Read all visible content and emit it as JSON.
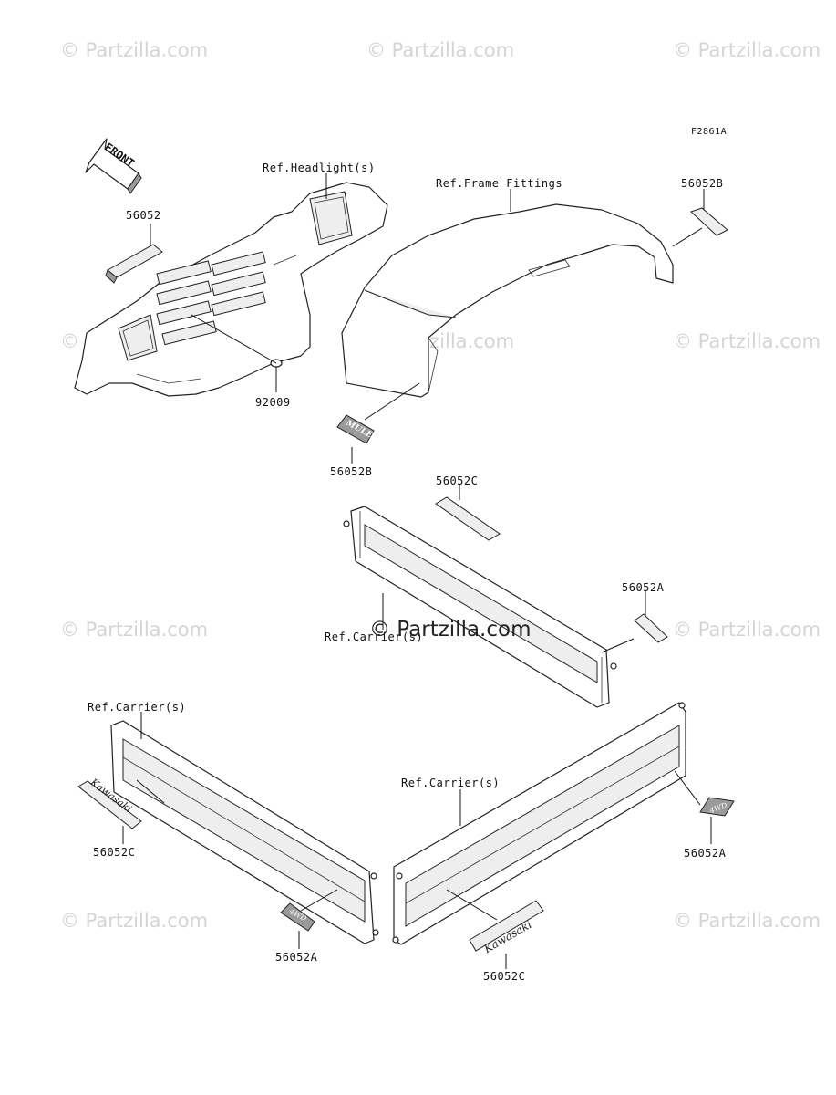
{
  "diagram_code": "F2861A",
  "front_label": "FRONT",
  "watermark": "© Partzilla.com",
  "center_watermark": "© Partzilla.com",
  "emblems": {
    "kawasaki": "Kawasaki",
    "mule": "MULE",
    "four_wd": "4WD"
  },
  "labels": {
    "ref_headlights": "Ref.Headlight(s)",
    "ref_frame_fittings": "Ref.Frame Fittings",
    "part_56052_top_left": "56052",
    "part_56052b_top_right": "56052B",
    "part_92009": "92009",
    "part_56052b_mid": "56052B",
    "part_56052c_mid": "56052C",
    "part_56052a_mid": "56052A",
    "ref_carriers_mid": "Ref.Carrier(s)",
    "ref_carriers_left": "Ref.Carrier(s)",
    "part_56052c_left": "56052C",
    "part_56052a_left": "56052A",
    "ref_carriers_right": "Ref.Carrier(s)",
    "part_56052a_right": "56052A",
    "part_56052c_bottom": "56052C"
  }
}
